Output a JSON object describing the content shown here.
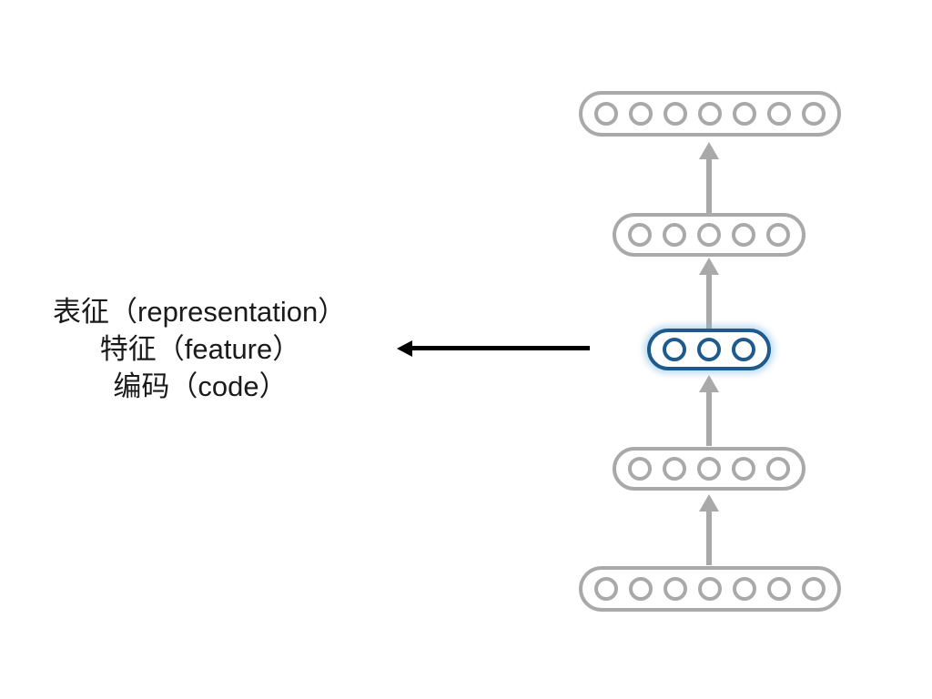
{
  "diagram": {
    "type": "autoencoder-stack",
    "background_color": "#ffffff",
    "layer_color": "#a9a9a9",
    "highlight_color": "#1e5b8c",
    "arrow_color": "#a9a9a9",
    "pointer_arrow_color": "#000000",
    "text_color": "#1a1a1a"
  },
  "annotation": {
    "line_1": "表征（representation）",
    "line_2": "特征（feature）",
    "line_3": "编码（code）"
  },
  "layers": [
    {
      "id": "output-layer",
      "node_count": 7,
      "highlighted": false,
      "role": "output"
    },
    {
      "id": "decoder-layer",
      "node_count": 5,
      "highlighted": false,
      "role": "decoder-hidden"
    },
    {
      "id": "code-layer",
      "node_count": 3,
      "highlighted": true,
      "role": "bottleneck"
    },
    {
      "id": "encoder-layer",
      "node_count": 5,
      "highlighted": false,
      "role": "encoder-hidden"
    },
    {
      "id": "input-layer",
      "node_count": 7,
      "highlighted": false,
      "role": "input"
    }
  ],
  "connections": [
    {
      "id": "arrow-decoder-to-output",
      "direction": "up"
    },
    {
      "id": "arrow-code-to-decoder",
      "direction": "up"
    },
    {
      "id": "arrow-encoder-to-code",
      "direction": "up"
    },
    {
      "id": "arrow-input-to-encoder",
      "direction": "up"
    },
    {
      "id": "arrow-annotation-pointer",
      "direction": "left"
    }
  ]
}
